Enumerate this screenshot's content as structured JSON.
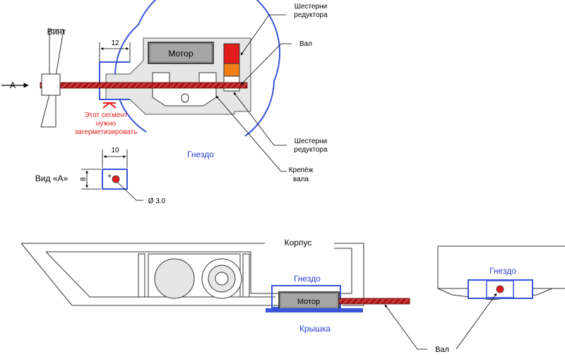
{
  "top_view": {
    "propeller_label": "Винт",
    "arrow_label": "А",
    "motor_label": "Мотор",
    "dimension_width": "12",
    "seal_note_line1": "Этот сегмент",
    "seal_note_line2": "нужно",
    "seal_note_line3": "загерметизировать",
    "nest_label": "Гнездо",
    "callouts": {
      "gears_top_line1": "Шестерни",
      "gears_top_line2": "редуктора",
      "shaft": "Вал",
      "gears_bottom_line1": "Шестерни",
      "gears_bottom_line2": "редуктора",
      "mount_line1": "Крепёж",
      "mount_line2": "вала"
    }
  },
  "section_view": {
    "title": "Вид «А»",
    "width_dim": "10",
    "height_dim": "8",
    "diameter_label": "Ø 3.0"
  },
  "side_view": {
    "hull_label": "Корпус",
    "nest_label": "Гнездо",
    "motor_label": "Мотор",
    "cover_label": "Крышка"
  },
  "end_view": {
    "nest_label": "Гнездо",
    "shaft_label": "Вал"
  },
  "colors": {
    "outline_blue": "#3a55d8",
    "label_blue": "#2a40d0",
    "note_red": "#e0201a",
    "shaft_red": "#b01818",
    "gear_red": "#e41b1b",
    "gear_orange": "#f07f17",
    "motor_gray": "#8c8c8c",
    "housing_gray": "#e6e6e6"
  }
}
